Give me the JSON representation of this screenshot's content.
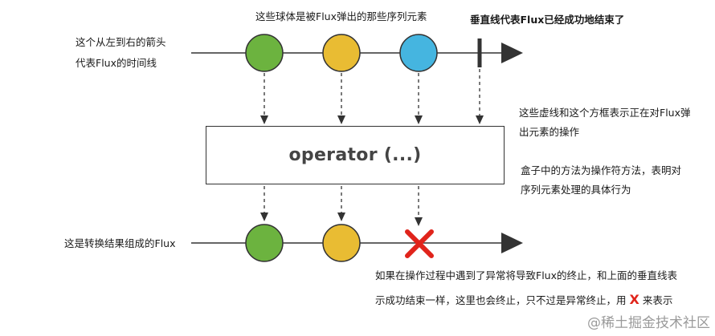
{
  "labels": {
    "marbles_note": "这些球体是被Flux弹出的那些序列元素",
    "vertical_note": "垂直线代表Flux已经成功地结束了",
    "timeline_note_1": "这个从左到右的箭头",
    "timeline_note_2": "代表Flux的时间线",
    "dashed_note_1": "这些虚线和这个方框表示正在对Flux弹",
    "dashed_note_2": "出元素的操作",
    "box_note_1": "盒子中的方法为操作符方法，表明对",
    "box_note_2": "序列元素处理的具体行为",
    "result_note": "这是转换结果组成的Flux",
    "error_note_1": "如果在操作过程中遇到了异常将导致Flux的终止，和上面的垂直线表",
    "error_note_2_a": "示成功结束一样，这里也会终止，只不过是异常终止，用",
    "error_note_2_x": "X",
    "error_note_2_b": "来表示"
  },
  "operator_box": {
    "label": "operator (...)"
  },
  "colors": {
    "green": "#6cb33f",
    "yellow": "#e9bc33",
    "blue": "#45b5e0",
    "error": "#e0241b",
    "line": "#333333"
  },
  "watermark": "@稀土掘金技术社区"
}
